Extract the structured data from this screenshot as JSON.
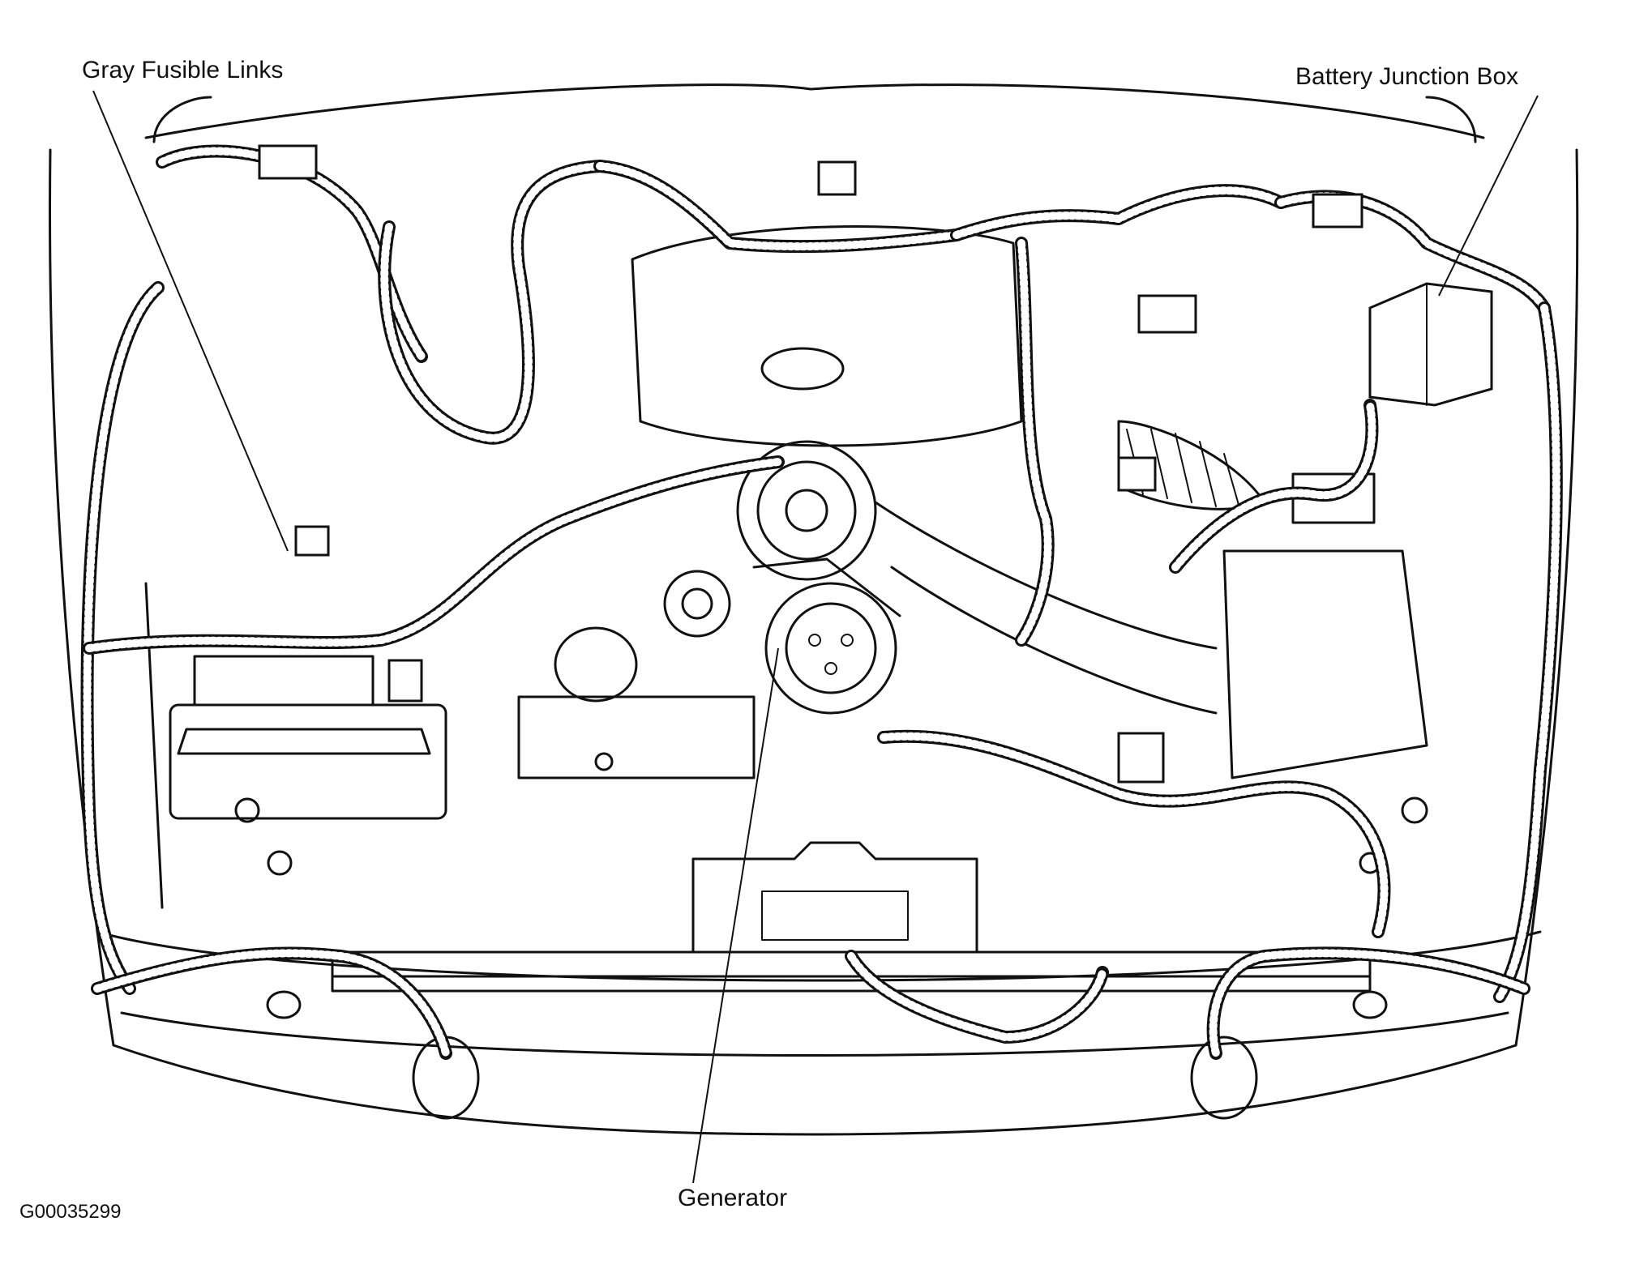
{
  "diagram": {
    "callouts": {
      "gray_fusible_links": "Gray Fusible Links",
      "battery_junction_box": "Battery Junction Box",
      "generator": "Generator"
    },
    "figure_id": "G00035299"
  },
  "colors": {
    "line": "#111111",
    "background": "#ffffff"
  }
}
